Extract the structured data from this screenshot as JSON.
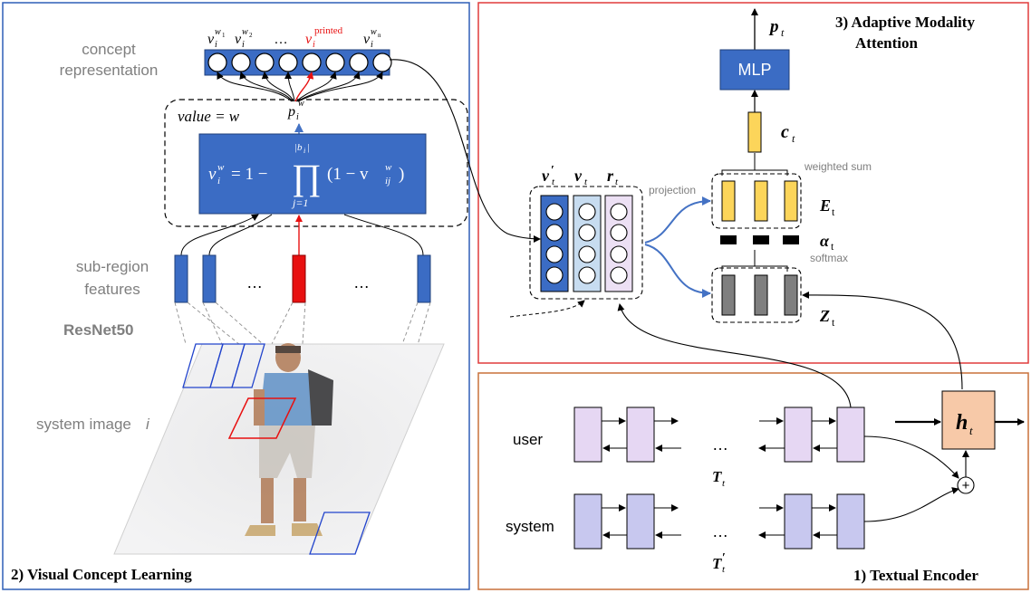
{
  "panels": {
    "visual": {
      "title": "2) Visual Concept Learning",
      "border_color": "#2f5fb7"
    },
    "attention": {
      "title_line1": "3) Adaptive Modality",
      "title_line2": "Attention",
      "border_color": "#e03c3c"
    },
    "textual": {
      "title": "1) Textual Encoder",
      "border_color": "#c9703a"
    }
  },
  "visual": {
    "concept_representation_line1": "concept",
    "concept_representation_line2": "representation",
    "concept_labels": [
      {
        "base": "v",
        "sub": "i",
        "sup": "w",
        "supsub": "1"
      },
      {
        "base": "v",
        "sub": "i",
        "sup": "w",
        "supsub": "2"
      },
      {
        "base": "…"
      },
      {
        "base": "v",
        "sub": "i",
        "sup": "printed",
        "highlight": true
      },
      {
        "base": "v",
        "sub": "i",
        "sup": "w",
        "supsub": "n"
      }
    ],
    "p_label": {
      "base": "p",
      "sub": "i",
      "sup": "w"
    },
    "value_label": "value = w",
    "formula": {
      "lhs_base": "v",
      "lhs_sub": "i",
      "lhs_sup": "w",
      "eq": "= 1 −",
      "prod": "∏",
      "upper": "|b",
      "upper_sub": "i",
      "upper_end": "|",
      "lower": "j=1",
      "rhs": "(1 − v",
      "rhs_sub": "ij",
      "rhs_sup": "w",
      "rhs_end": ")"
    },
    "subregion_line1": "sub-region",
    "subregion_line2": "features",
    "ellipsis": "…",
    "resnet": "ResNet50",
    "system_image": "system image",
    "system_image_var": "i"
  },
  "attention": {
    "vectors": [
      {
        "base": "v",
        "prime": "′",
        "sub": "t"
      },
      {
        "base": "v",
        "sub": "t"
      },
      {
        "base": "r",
        "sub": "t"
      }
    ],
    "projection": "projection",
    "weighted_sum": "weighted sum",
    "softmax": "softmax",
    "E": {
      "base": "E",
      "sub": "t"
    },
    "alpha": {
      "base": "α",
      "sub": "t"
    },
    "Z": {
      "base": "Z",
      "sub": "t"
    },
    "c": {
      "base": "c",
      "sub": "t"
    },
    "mlp": "MLP",
    "p": {
      "base": "p",
      "sub": "t"
    }
  },
  "textual": {
    "user": "user",
    "system": "system",
    "ellipsis": "…",
    "T": {
      "base": "T",
      "sub": "t"
    },
    "Tprime": {
      "base": "T",
      "prime": "′",
      "sub": "t"
    },
    "h": {
      "base": "h",
      "sub": "t"
    },
    "plus": "+"
  },
  "colors": {
    "blue_box": "#3b6cc4",
    "red": "#e81010",
    "yellow": "#fcd55a",
    "gray": "#7f7f7f",
    "user_cell": "#e6d7f3",
    "system_cell": "#c8c8ef",
    "h_box": "#f7c9a8",
    "label_gray": "#7f7f7f",
    "arrow_blue": "#4472c4",
    "v_light": "#c7dcf0",
    "r_light": "#ece0f4"
  }
}
